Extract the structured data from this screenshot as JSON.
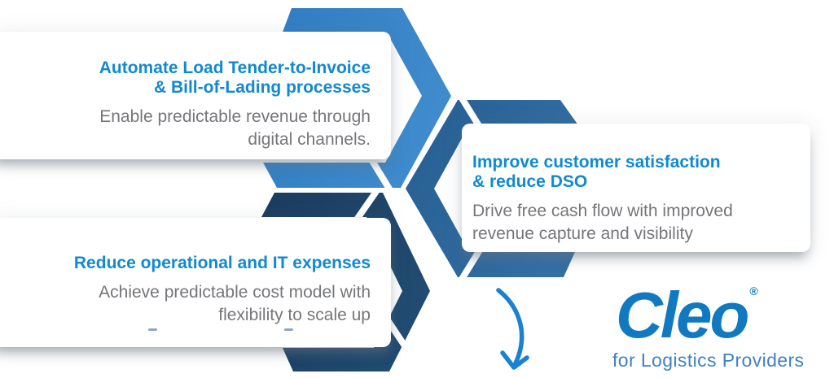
{
  "cards": [
    {
      "title_lines": [
        "Automate Load Tender-to-Invoice",
        "& Bill-of-Lading processes"
      ],
      "body_lines": [
        "Enable predictable revenue through",
        "digital channels."
      ]
    },
    {
      "title_lines": [
        "Improve customer satisfaction",
        "& reduce DSO"
      ],
      "body_lines": [
        "Drive free cash flow with improved",
        "revenue capture and visibility"
      ]
    },
    {
      "title_lines": [
        "Reduce operational and IT expenses"
      ],
      "body_lines": [
        "Achieve predictable cost model with",
        "flexibility to scale up"
      ]
    }
  ],
  "logo": {
    "brand": "Cleo",
    "registered": "®",
    "tagline": "for Logistics Providers"
  },
  "colors": {
    "chevron_light_blue": "#3A86C8",
    "chevron_medium_blue": "#2E6A9F",
    "chevron_dark_navy": "#1D4164",
    "title_blue": "#1189D0",
    "body_gray": "#75767A",
    "logo_blue": "#1179BF",
    "tagline_blue": "#4080C6",
    "arrow_blue": "#1B81D1"
  }
}
